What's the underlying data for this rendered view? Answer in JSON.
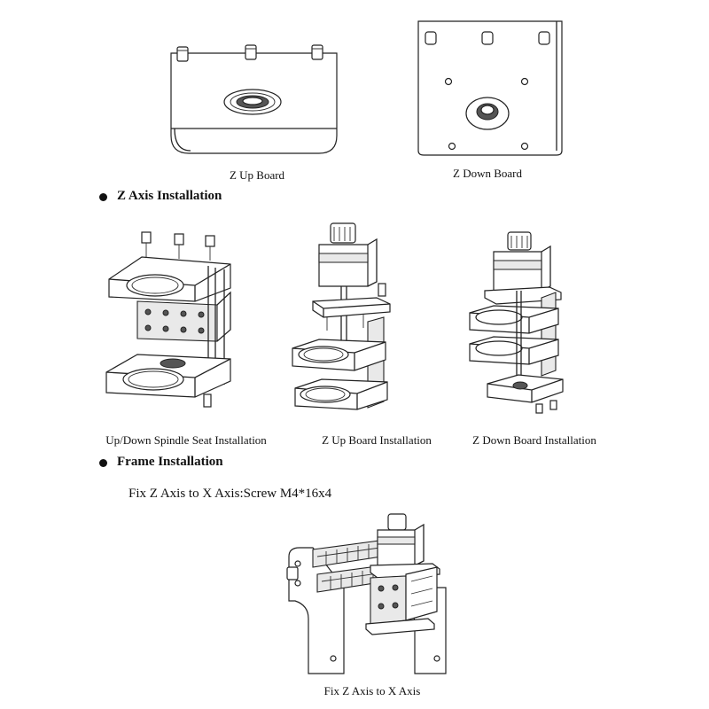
{
  "figures": {
    "z_up_board": "Z Up Board",
    "z_down_board": "Z Down Board",
    "spindle_seat": "Up/Down Spindle Seat Installation",
    "z_up_install": "Z Up Board Installation",
    "z_down_install": "Z Down Board Installation",
    "fix_z_x": "Fix Z Axis to X Axis"
  },
  "sections": {
    "z_axis": "Z Axis Installation",
    "frame": "Frame Installation"
  },
  "instruction": "Fix Z Axis to X Axis:Screw M4*16x4"
}
